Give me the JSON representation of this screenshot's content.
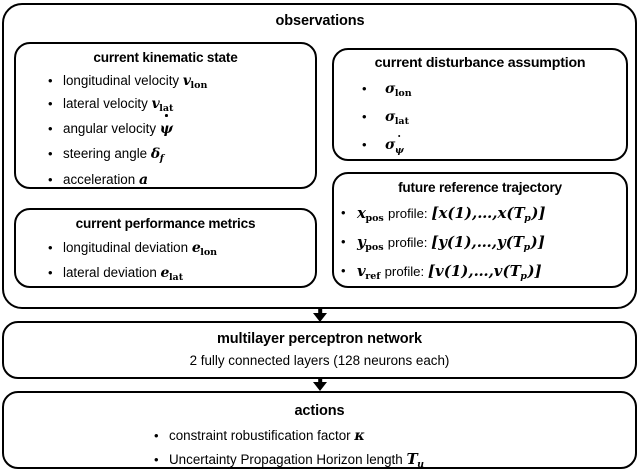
{
  "diagram": {
    "title": "observations",
    "boxes": {
      "kinematic": {
        "title": "current kinematic state",
        "items": [
          "longitudinal velocity v_lon",
          "lateral velocity v_lat",
          "angular velocity psi-dot",
          "steering angle delta_f",
          "acceleration a"
        ]
      },
      "disturbance": {
        "title": "current disturbance assumption",
        "items": [
          "sigma_lon",
          "sigma_lat",
          "sigma_psi-dot"
        ]
      },
      "performance": {
        "title": "current performance metrics",
        "items": [
          "longitudinal deviation e_lon",
          "lateral deviation e_lat"
        ]
      },
      "trajectory": {
        "title": "future reference trajectory",
        "items": [
          "x_pos profile: [x(1), ..., x(T_p)]",
          "y_pos profile: [y(1), ..., y(T_p)]",
          "v_ref profile: [v(1), ..., v(T_p)]"
        ]
      },
      "network": {
        "title": "multilayer perceptron network",
        "subtitle": "2 fully connected layers (128 neurons each)"
      },
      "actions": {
        "title": "actions",
        "items": [
          "constraint robustification factor kappa",
          "Uncertainty Propagation Horizon length T_u"
        ]
      }
    },
    "labels": {
      "kinematic_item_1_text": "longitudinal velocity",
      "kinematic_item_2_text": "lateral velocity",
      "kinematic_item_3_text": "angular velocity",
      "kinematic_item_4_text": "steering angle",
      "kinematic_item_5_text": "acceleration",
      "performance_item_1_text": "longitudinal deviation",
      "performance_item_2_text": "lateral deviation",
      "profile_word": "profile:",
      "actions_item_1_text": "constraint robustification factor",
      "actions_item_2_text": "Uncertainty Propagation Horizon length"
    },
    "colors": {
      "stroke": "#000000",
      "background": "#ffffff"
    }
  }
}
